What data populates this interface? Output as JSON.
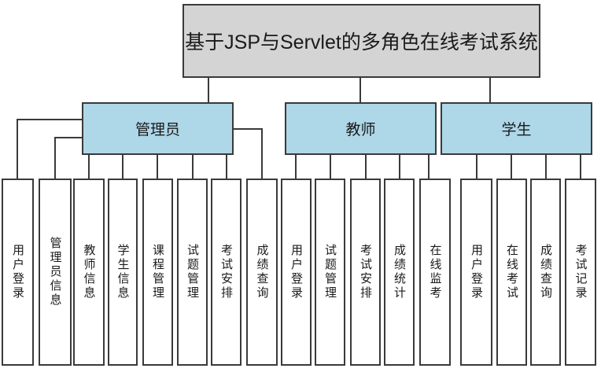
{
  "diagram": {
    "title": "基于JSP与Servlet的多角色在线考试系统",
    "groups": [
      {
        "label": "管理员",
        "leaves": [
          "用户登录",
          "管理员信息",
          "教师信息",
          "学生信息",
          "课程管理",
          "试题管理",
          "考试安排",
          "成绩查询"
        ]
      },
      {
        "label": "教师",
        "leaves": [
          "用户登录",
          "试题管理",
          "考试安排",
          "成绩统计",
          "在线监考"
        ]
      },
      {
        "label": "学生",
        "leaves": [
          "用户登录",
          "在线考试",
          "成绩查询",
          "考试记录"
        ]
      }
    ],
    "colors": {
      "title_fill": "#d4d4d4",
      "group_fill": "#aed7e8",
      "leaf_fill": "#ffffff",
      "border": "#3a3a3a",
      "line": "#3a3a3a",
      "text": "#1a1a1a"
    }
  }
}
